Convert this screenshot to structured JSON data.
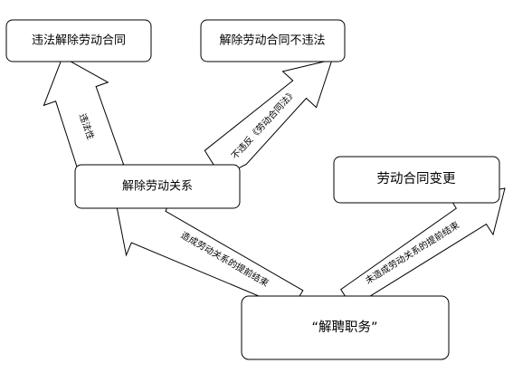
{
  "nodes": {
    "illegal_termination": "违法解除劳动合同",
    "legal_termination": "解除劳动合同不违法",
    "termination": "解除劳动关系",
    "contract_change": "劳动合同变更",
    "dismissal": "“解聘职务”"
  },
  "arrows": {
    "illegality": "违法性",
    "not_violating_law": "不违反《劳动合同法》",
    "caused_early_end": "造成劳动关系的提前结束",
    "not_caused_early_end": "未造成劳动关系的提前结束"
  },
  "colors": {
    "stroke": "#000000",
    "fill": "#ffffff",
    "text": "#000000"
  }
}
